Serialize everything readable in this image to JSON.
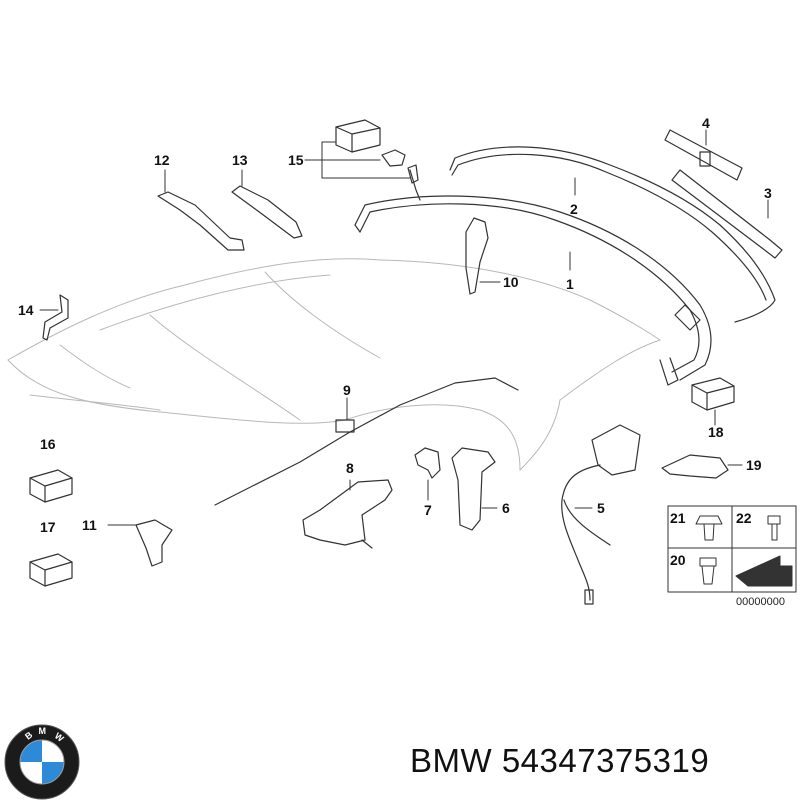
{
  "callouts": {
    "c1": "1",
    "c2": "2",
    "c3": "3",
    "c4": "4",
    "c5": "5",
    "c6": "6",
    "c7": "7",
    "c8": "8",
    "c9": "9",
    "c10": "10",
    "c11": "11",
    "c12": "12",
    "c13": "13",
    "c14": "14",
    "c15": "15",
    "c16": "16",
    "c17": "17",
    "c18": "18",
    "c19": "19"
  },
  "inset": {
    "c20": "20",
    "c21": "21",
    "c22": "22"
  },
  "diagram_code": "00000000",
  "caption": {
    "brand": "BMW",
    "part_number": "54347375319",
    "text": "BMW 54347375319"
  },
  "logo": {
    "letters": "BMW",
    "blue": "#2d8ad8",
    "ring": "#1b1b1b"
  }
}
